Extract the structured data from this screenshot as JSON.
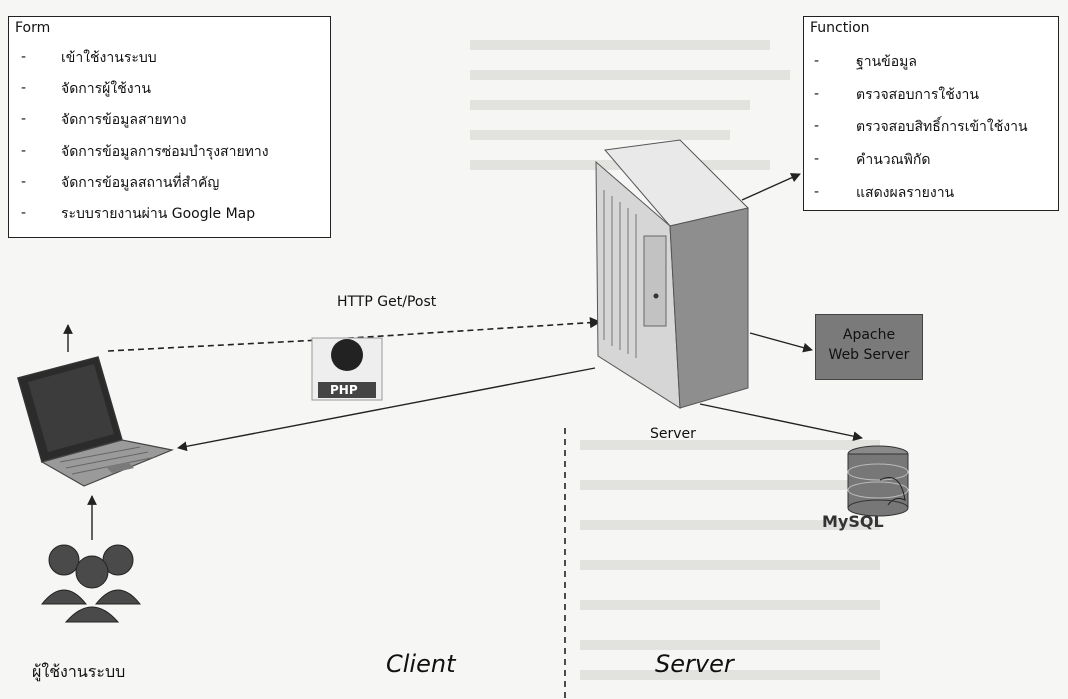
{
  "form_box": {
    "title": "Form",
    "items": [
      "เข้าใช้งานระบบ",
      "จัดการผู้ใช้งาน",
      "จัดการข้อมูลสายทาง",
      "จัดการข้อมูลการซ่อมบำรุงสายทาง",
      "จัดการข้อมูลสถานที่สำคัญ",
      "ระบบรายงานผ่าน Google Map"
    ]
  },
  "function_box": {
    "title": "Function",
    "items": [
      "ฐานข้อมูล",
      "ตรวจสอบการใช้งาน",
      "ตรวจสอบสิทธิ์การเข้าใช้งาน",
      "คำนวณพิกัด",
      "แสดงผลรายงาน"
    ]
  },
  "labels": {
    "http": "HTTP Get/Post",
    "php": "PHP",
    "server_caption": "Server",
    "apache_line1": "Apache",
    "apache_line2": "Web Server",
    "mysql": "MySQL",
    "users": "ผู้ใช้งานระบบ",
    "client_zone": "Client",
    "server_zone": "Server"
  },
  "colors": {
    "apache_bg": "#7a7a7a",
    "server_body": "#c9c9c9",
    "line": "#222222"
  }
}
